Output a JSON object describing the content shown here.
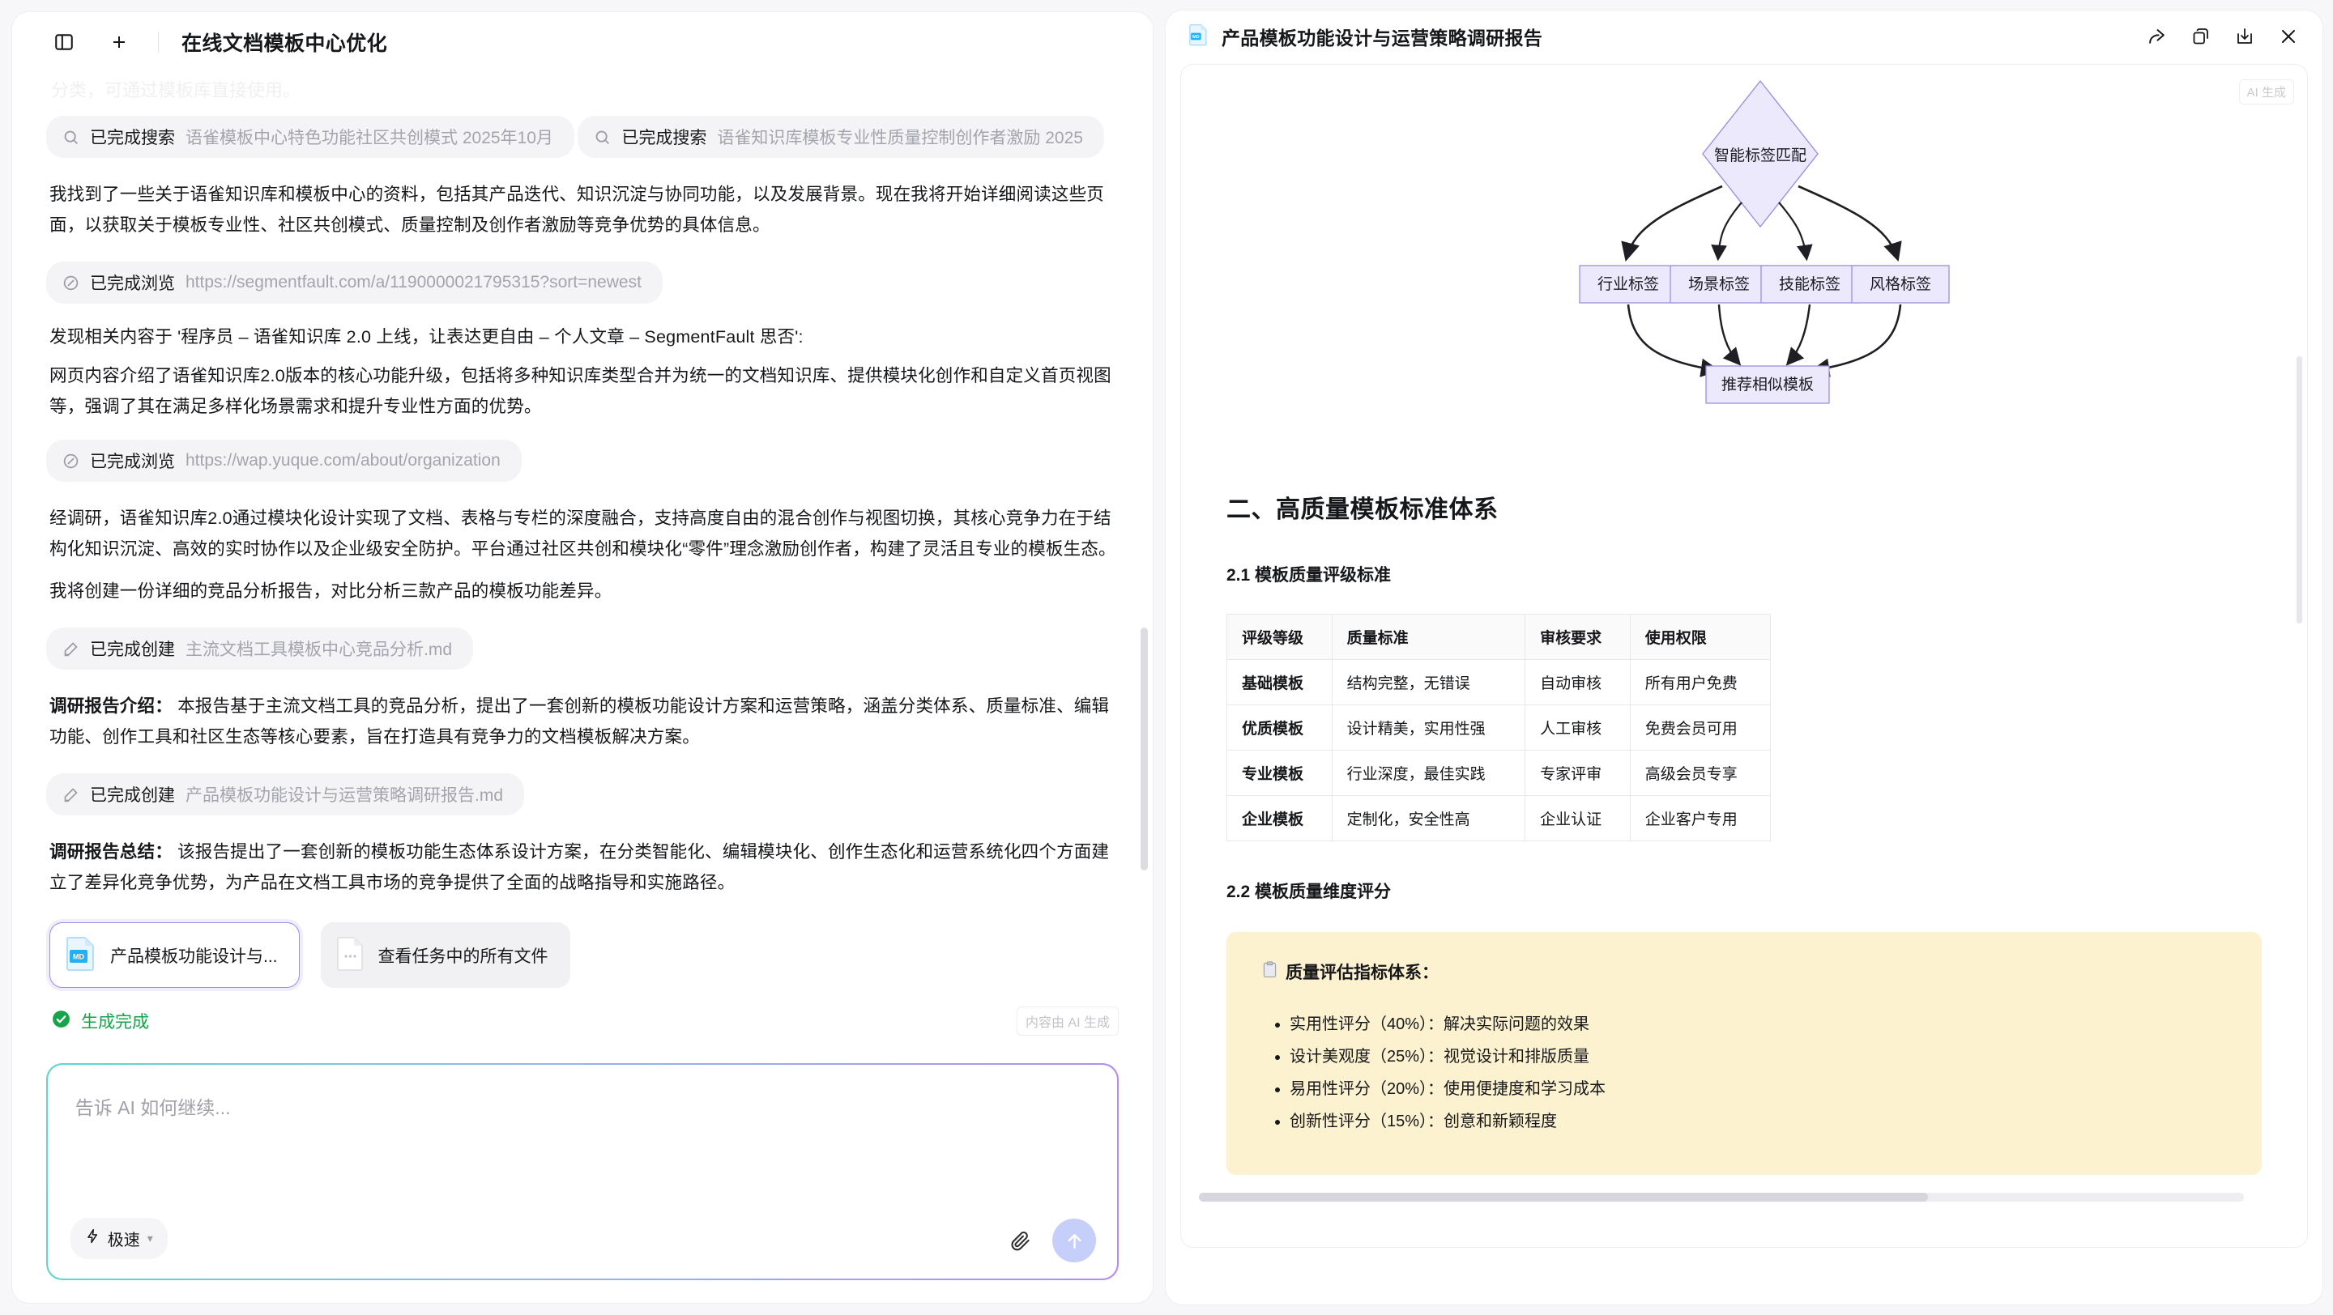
{
  "chat": {
    "header": {
      "sidebar_toggle_icon": "panel-toggle-icon",
      "new_chat_icon": "plus-icon",
      "title": "在线文档模板中心优化"
    },
    "faded_top_text": "分类，可通过模板库直接使用。",
    "steps": [
      {
        "icon": "search-icon",
        "label": "已完成搜索",
        "value": "语雀模板中心特色功能社区共创模式 2025年10月"
      },
      {
        "icon": "search-icon",
        "label": "已完成搜索",
        "value": "语雀知识库模板专业性质量控制创作者激励 2025"
      }
    ],
    "paragraph_1": "我找到了一些关于语雀知识库和模板中心的资料，包括其产品迭代、知识沉淀与协同功能，以及发展背景。现在我将开始详细阅读这些页面，以获取关于模板专业性、社区共创模式、质量控制及创作者激励等竞争优势的具体信息。",
    "browse_1": {
      "icon": "browse-icon",
      "label": "已完成浏览",
      "value": "https://segmentfault.com/a/1190000021795315?sort=newest"
    },
    "paragraph_2": "发现相关内容于 '程序员 – 语雀知识库 2.0 上线，让表达更自由 – 个人文章 – SegmentFault 思否':",
    "paragraph_3": "网页内容介绍了语雀知识库2.0版本的核心功能升级，包括将多种知识库类型合并为统一的文档知识库、提供模块化创作和自定义首页视图等，强调了其在满足多样化场景需求和提升专业性方面的优势。",
    "browse_2": {
      "icon": "browse-icon",
      "label": "已完成浏览",
      "value": "https://wap.yuque.com/about/organization"
    },
    "paragraph_4": "经调研，语雀知识库2.0通过模块化设计实现了文档、表格与专栏的深度融合，支持高度自由的混合创作与视图切换，其核心竞争力在于结构化知识沉淀、高效的实时协作以及企业级安全防护。平台通过社区共创和模块化“零件”理念激励创作者，构建了灵活且专业的模板生态。",
    "paragraph_5": "我将创建一份详细的竞品分析报告，对比分析三款产品的模板功能差异。",
    "create_1": {
      "icon": "edit-icon",
      "label": "已完成创建",
      "value": "主流文档工具模板中心竞品分析.md"
    },
    "paragraph_6_label": "调研报告介绍：",
    "paragraph_6": " 本报告基于主流文档工具的竞品分析，提出了一套创新的模板功能设计方案和运营策略，涵盖分类体系、质量标准、编辑功能、创作工具和社区生态等核心要素，旨在打造具有竞争力的文档模板解决方案。",
    "create_2": {
      "icon": "edit-icon",
      "label": "已完成创建",
      "value": "产品模板功能设计与运营策略调研报告.md"
    },
    "paragraph_7_label": "调研报告总结：",
    "paragraph_7": " 该报告提出了一套创新的模板功能生态体系设计方案，在分类智能化、编辑模块化、创作生态化和运营系统化四个方面建立了差异化竞争优势，为产品在文档工具市场的竞争提供了全面的战略指导和实施路径。",
    "file_cards": [
      {
        "icon": "md-file-icon",
        "name": "产品模板功能设计与...",
        "state": "selected"
      },
      {
        "icon": "more-file-icon",
        "name": "查看任务中的所有文件",
        "state": "default"
      }
    ],
    "status": {
      "icon": "check-circle-icon",
      "text": "生成完成",
      "color": "#17a34a"
    },
    "ai_note": "内容由 AI 生成",
    "composer": {
      "placeholder": "告诉 AI 如何继续...",
      "mode_icon": "lightning-icon",
      "mode_label": "极速",
      "caret_icon": "chevron-down-icon",
      "attach_icon": "paperclip-icon",
      "send_icon": "arrow-up-icon"
    }
  },
  "doc": {
    "header": {
      "file_icon": "md-file-icon",
      "title": "产品模板功能设计与运营策略调研报告",
      "actions": [
        {
          "icon": "share-icon",
          "name": "share"
        },
        {
          "icon": "copy-icon",
          "name": "copy"
        },
        {
          "icon": "download-icon",
          "name": "download"
        },
        {
          "icon": "close-icon",
          "name": "close"
        }
      ]
    },
    "ai_badge": "AI 生成",
    "diagram": {
      "root": "智能标签匹配",
      "tags": [
        "行业标签",
        "场景标签",
        "技能标签",
        "风格标签"
      ],
      "sink": "推荐相似模板",
      "node_fill": "#ece9fd",
      "node_border": "#9f8fe0"
    },
    "section_title": "二、高质量模板标准体系",
    "subsection_1": "2.1 模板质量评级标准",
    "table": {
      "headers": [
        "评级等级",
        "质量标准",
        "审核要求",
        "使用权限"
      ],
      "rows": [
        [
          "基础模板",
          "结构完整，无错误",
          "自动审核",
          "所有用户免费"
        ],
        [
          "优质模板",
          "设计精美，实用性强",
          "人工审核",
          "免费会员可用"
        ],
        [
          "专业模板",
          "行业深度，最佳实践",
          "专家评审",
          "高级会员专享"
        ],
        [
          "企业模板",
          "定制化，安全性高",
          "企业认证",
          "企业客户专用"
        ]
      ]
    },
    "subsection_2": "2.2 模板质量维度评分",
    "callout": {
      "icon": "clipboard-icon",
      "title": "质量评估指标体系：",
      "background": "#fdf2cf",
      "items": [
        "实用性评分（40%）：解决实际问题的效果",
        "设计美观度（25%）：视觉设计和排版质量",
        "易用性评分（20%）：使用便捷度和学习成本",
        "创新性评分（15%）：创意和新颖程度"
      ]
    }
  }
}
